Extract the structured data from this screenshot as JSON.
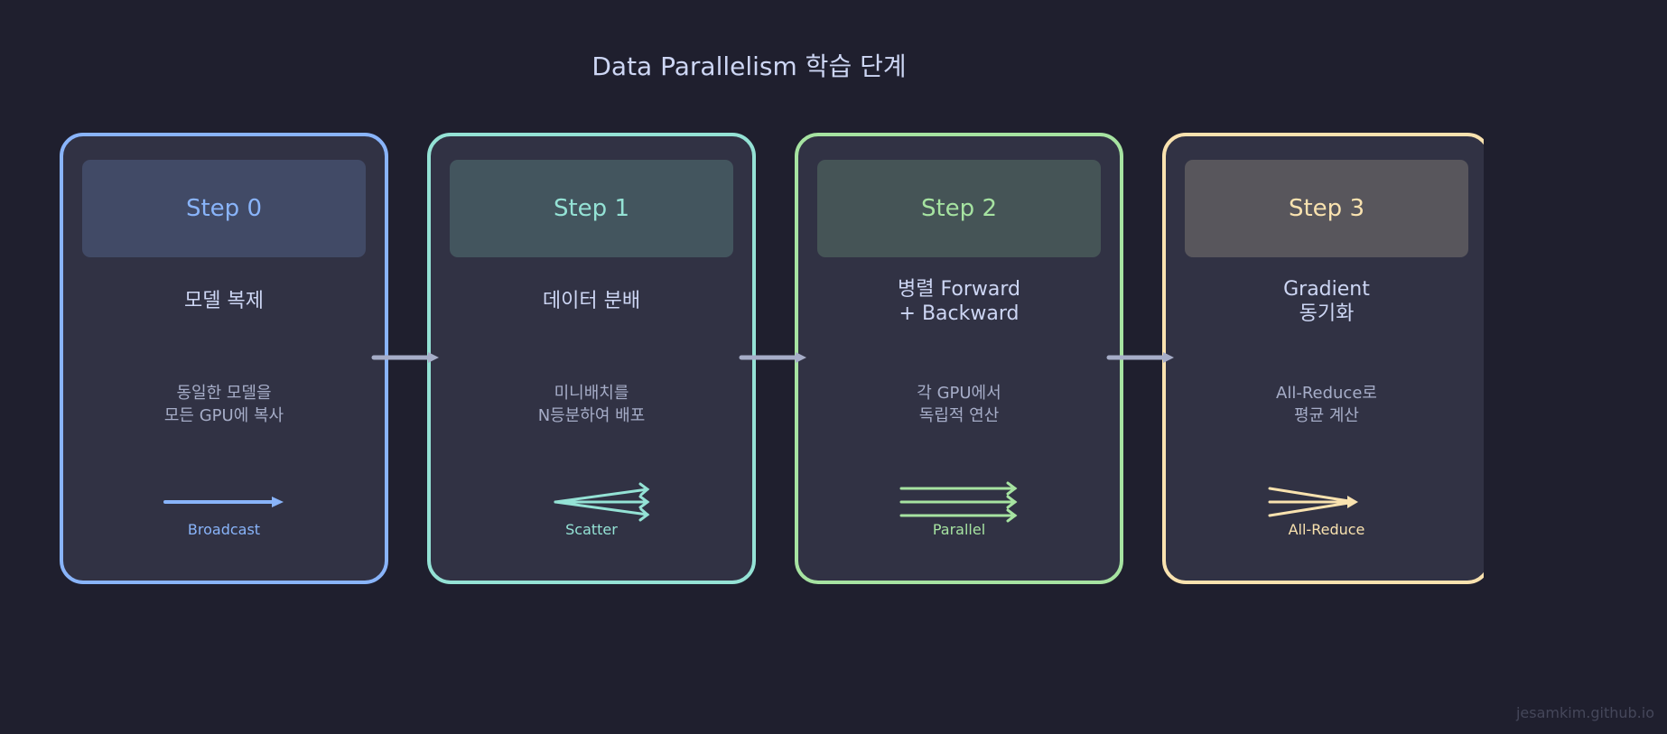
{
  "title": "Data Parallelism 학습 단계",
  "colors": {
    "background": "#1f1f2e",
    "card_fill": "#313244",
    "connector": "#a6adc8"
  },
  "steps": [
    {
      "step_label": "Step 0",
      "name_lines": [
        "모델 복제"
      ],
      "desc_lines": [
        "동일한 모델을",
        "모든 GPU에 복사"
      ],
      "glyph": "broadcast-arrow",
      "glyph_label": "Broadcast",
      "accent": "#89b4fa",
      "head_fill": "#414a66"
    },
    {
      "step_label": "Step 1",
      "name_lines": [
        "데이터 분배"
      ],
      "desc_lines": [
        "미니배치를",
        "N등분하여 배포"
      ],
      "glyph": "scatter-arrows",
      "glyph_label": "Scatter",
      "accent": "#94e2d5",
      "head_fill": "#43555e"
    },
    {
      "step_label": "Step 2",
      "name_lines": [
        "병렬 Forward",
        "+ Backward"
      ],
      "desc_lines": [
        "각 GPU에서",
        "독립적 연산"
      ],
      "glyph": "parallel-arrows",
      "glyph_label": "Parallel",
      "accent": "#a6e3a1",
      "head_fill": "#455456"
    },
    {
      "step_label": "Step 3",
      "name_lines": [
        "Gradient",
        "동기화"
      ],
      "desc_lines": [
        "All-Reduce로",
        "평균 계산"
      ],
      "glyph": "all-reduce-arrows",
      "glyph_label": "All-Reduce",
      "accent": "#f9e2af",
      "head_fill": "#58565c"
    }
  ],
  "watermark": "jesamkim.github.io"
}
